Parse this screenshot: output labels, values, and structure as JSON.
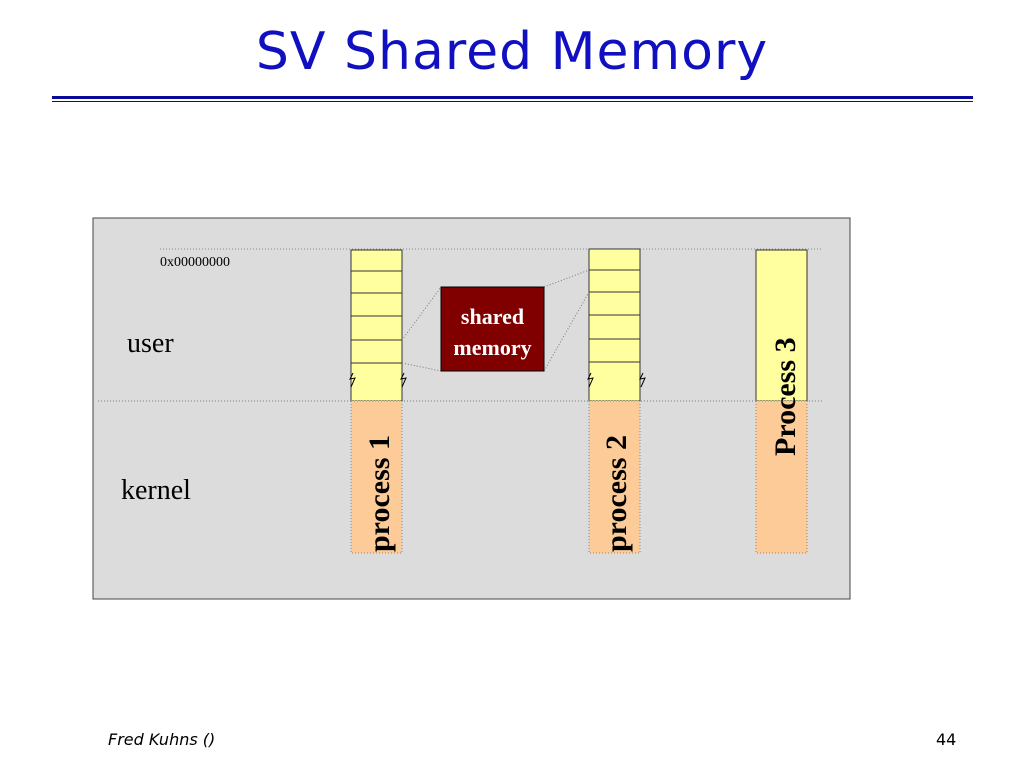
{
  "slide": {
    "title": "SV Shared Memory",
    "footer_author": "Fred Kuhns ()",
    "page_number": "44"
  },
  "diagram": {
    "address_label": "0x00000000",
    "user_label": "user",
    "kernel_label": "kernel",
    "shared_memory_label_line1": "shared",
    "shared_memory_label_line2": "memory",
    "process1_label": "process 1",
    "process2_label": "process 2",
    "process3_label": "Process 3",
    "colors": {
      "panel": "#dcdcdc",
      "user_space": "#ffffa0",
      "kernel_space": "#fccb98",
      "shared_memory_box": "#800000",
      "title": "#1010c0"
    }
  }
}
